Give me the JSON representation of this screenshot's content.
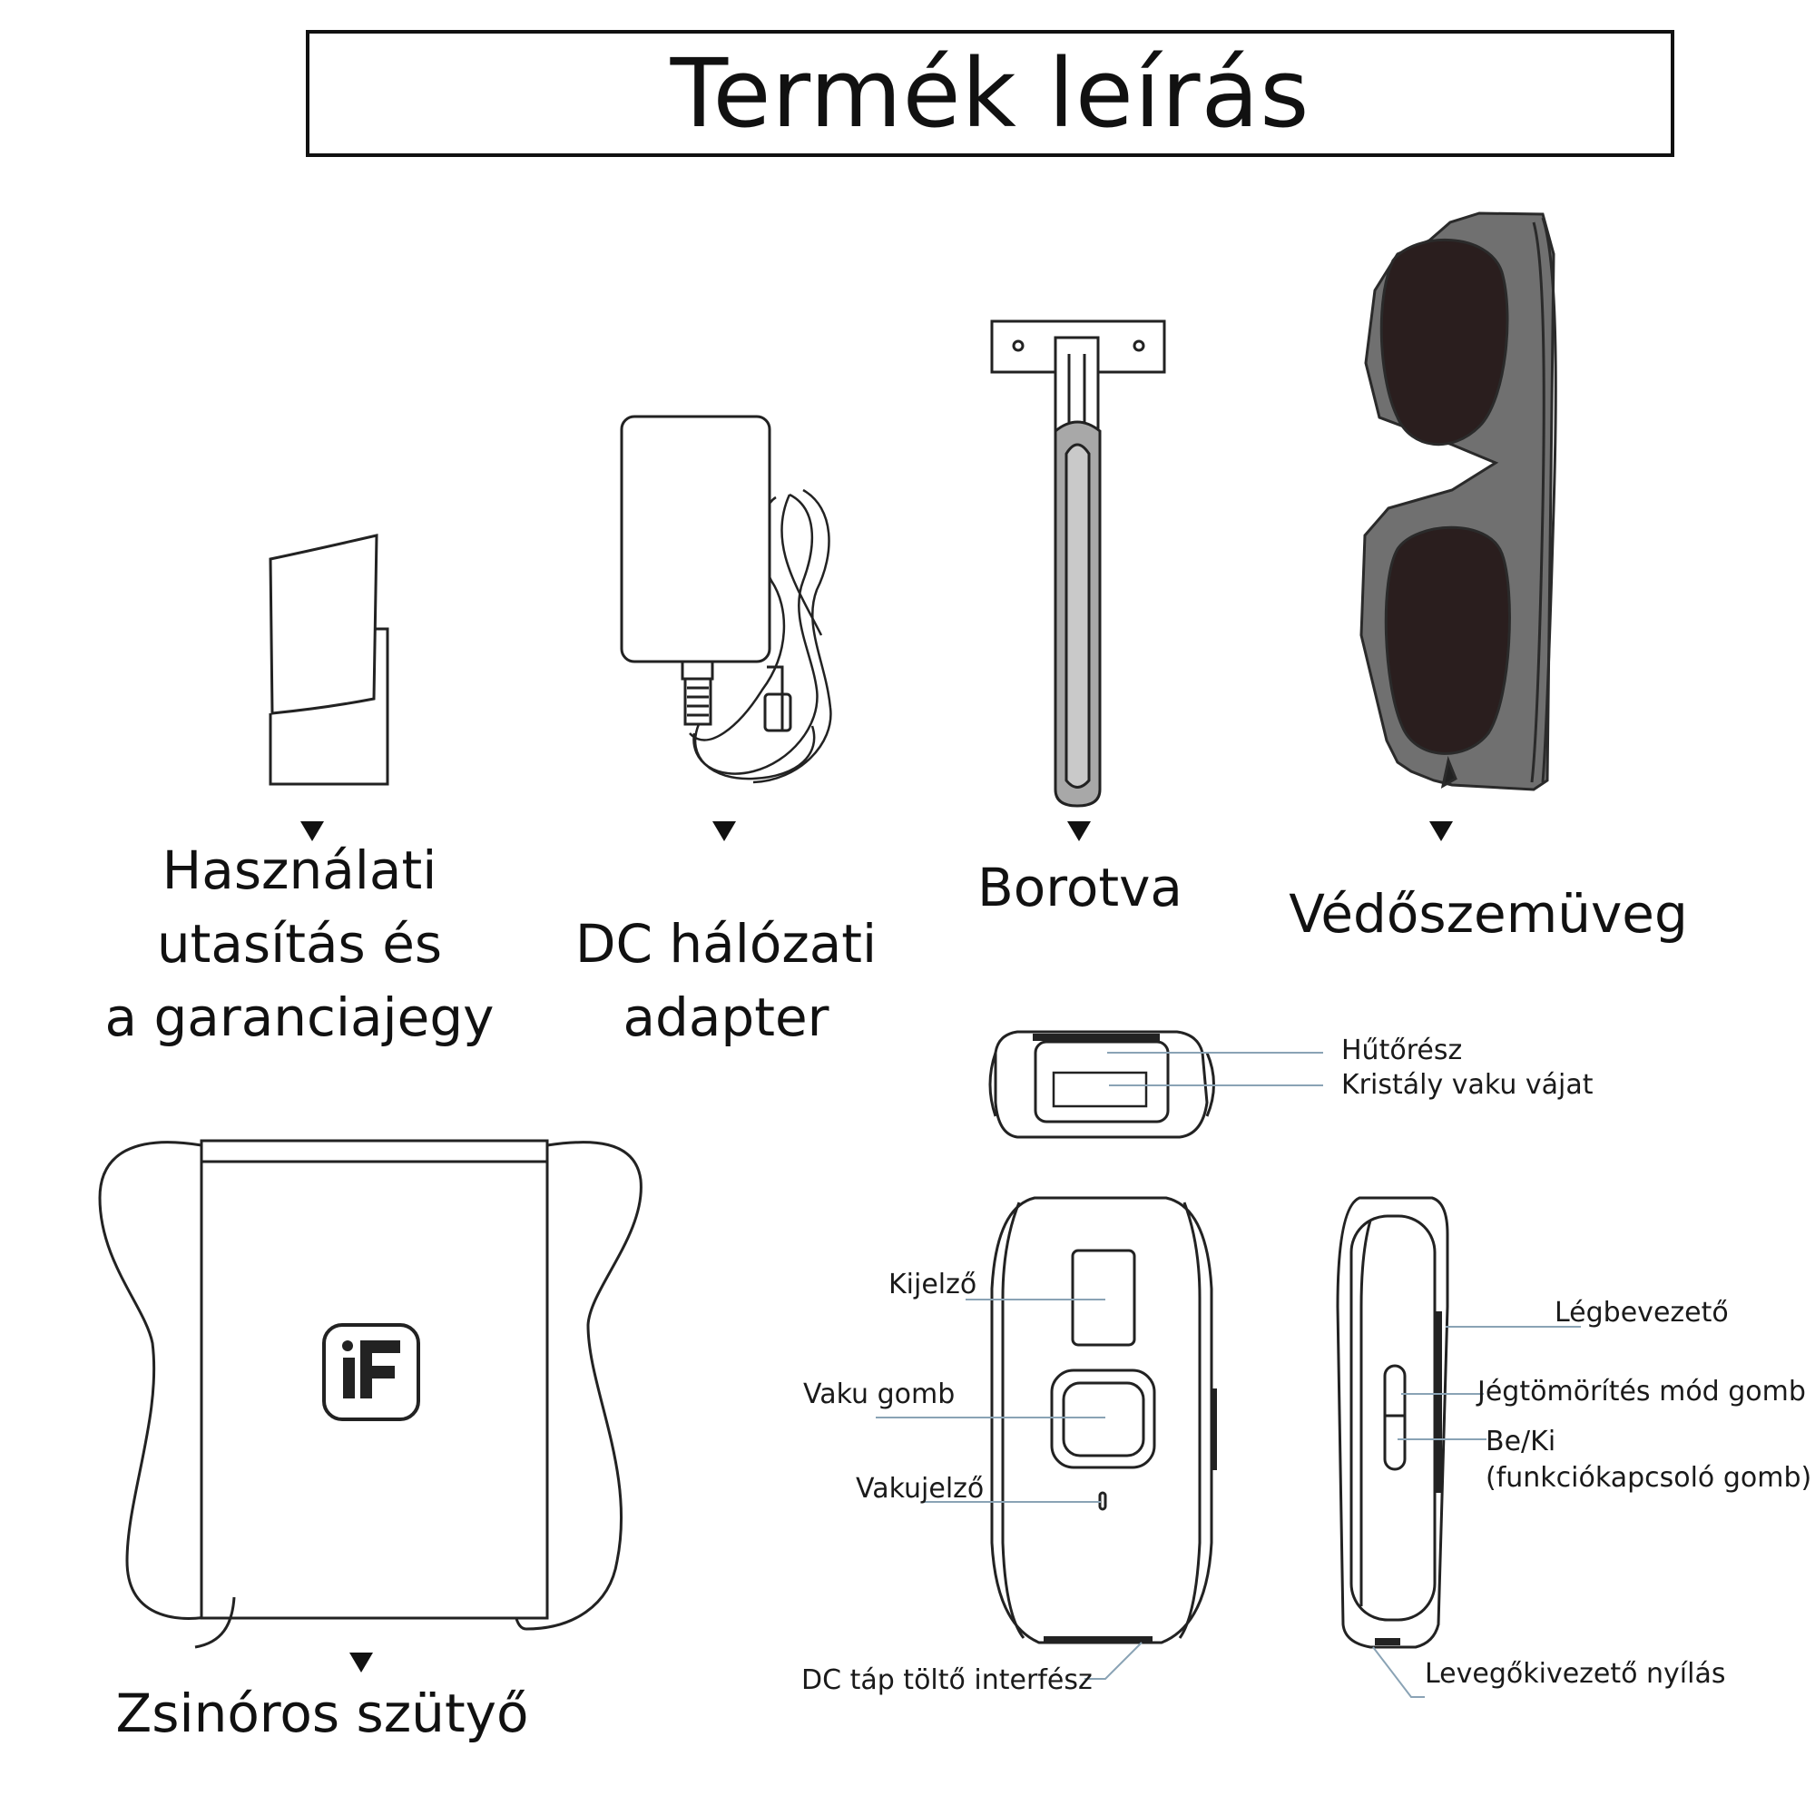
{
  "title": "Termék leírás",
  "items": {
    "manual": {
      "lines": [
        "Használati",
        "utasítás és",
        "a garanciajegy"
      ]
    },
    "adapter": {
      "lines": [
        "DC hálózati",
        "adapter"
      ]
    },
    "razor": {
      "label": "Borotva"
    },
    "glasses": {
      "label": "Védőszemüveg"
    },
    "pouch": {
      "label": "Zsinóros szütyő"
    }
  },
  "device_parts": {
    "head": [
      "Hűtőrész",
      "Kristály vaku vájat"
    ],
    "front": [
      "Kijelző",
      "Vaku gomb",
      "Vakujelző",
      "DC táp töltő interfész"
    ],
    "side": [
      "Légbevezető",
      "Jégtömörítés mód gomb",
      "Be/Ki",
      "(funkciókapcsoló gomb)",
      "Levegőkivezető nyílás"
    ]
  },
  "colors": {
    "ink": "#111111",
    "leader": "#8aa3b5",
    "lens": "#2a1e1e",
    "frame": "#707070"
  }
}
